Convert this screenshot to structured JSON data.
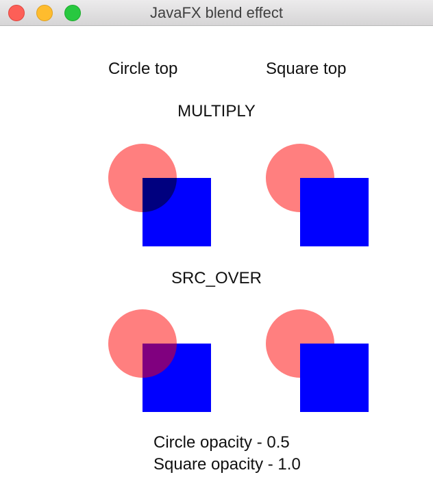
{
  "window": {
    "title": "JavaFX blend effect"
  },
  "columns": {
    "left_header": "Circle top",
    "right_header": "Square top"
  },
  "sections": [
    {
      "mode": "MULTIPLY"
    },
    {
      "mode": "SRC_OVER"
    }
  ],
  "shapes": {
    "circle_color": "#ff0000",
    "circle_opacity": 0.5,
    "square_color": "#0000ff",
    "square_opacity": 1.0
  },
  "footer": {
    "circle_opacity_text": "Circle opacity - 0.5",
    "square_opacity_text": "Square opacity - 1.0"
  }
}
